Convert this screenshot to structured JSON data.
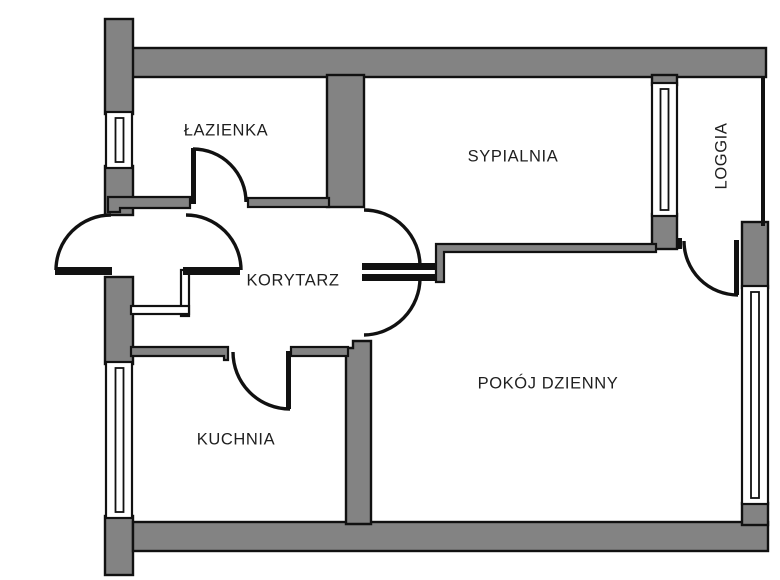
{
  "meta": {
    "type": "apartment-floor-plan"
  },
  "colors": {
    "wall_fill": "#838383",
    "line": "#111111",
    "background": "#ffffff",
    "label_text": "#1f1f1f"
  },
  "rooms": {
    "bathroom": {
      "label": "ŁAZIENKA"
    },
    "bedroom": {
      "label": "SYPIALNIA"
    },
    "loggia": {
      "label": "LOGGIA"
    },
    "corridor": {
      "label": "KORYTARZ"
    },
    "kitchen": {
      "label": "KUCHNIA"
    },
    "living_room": {
      "label": "POKÓJ DZIENNY"
    }
  }
}
